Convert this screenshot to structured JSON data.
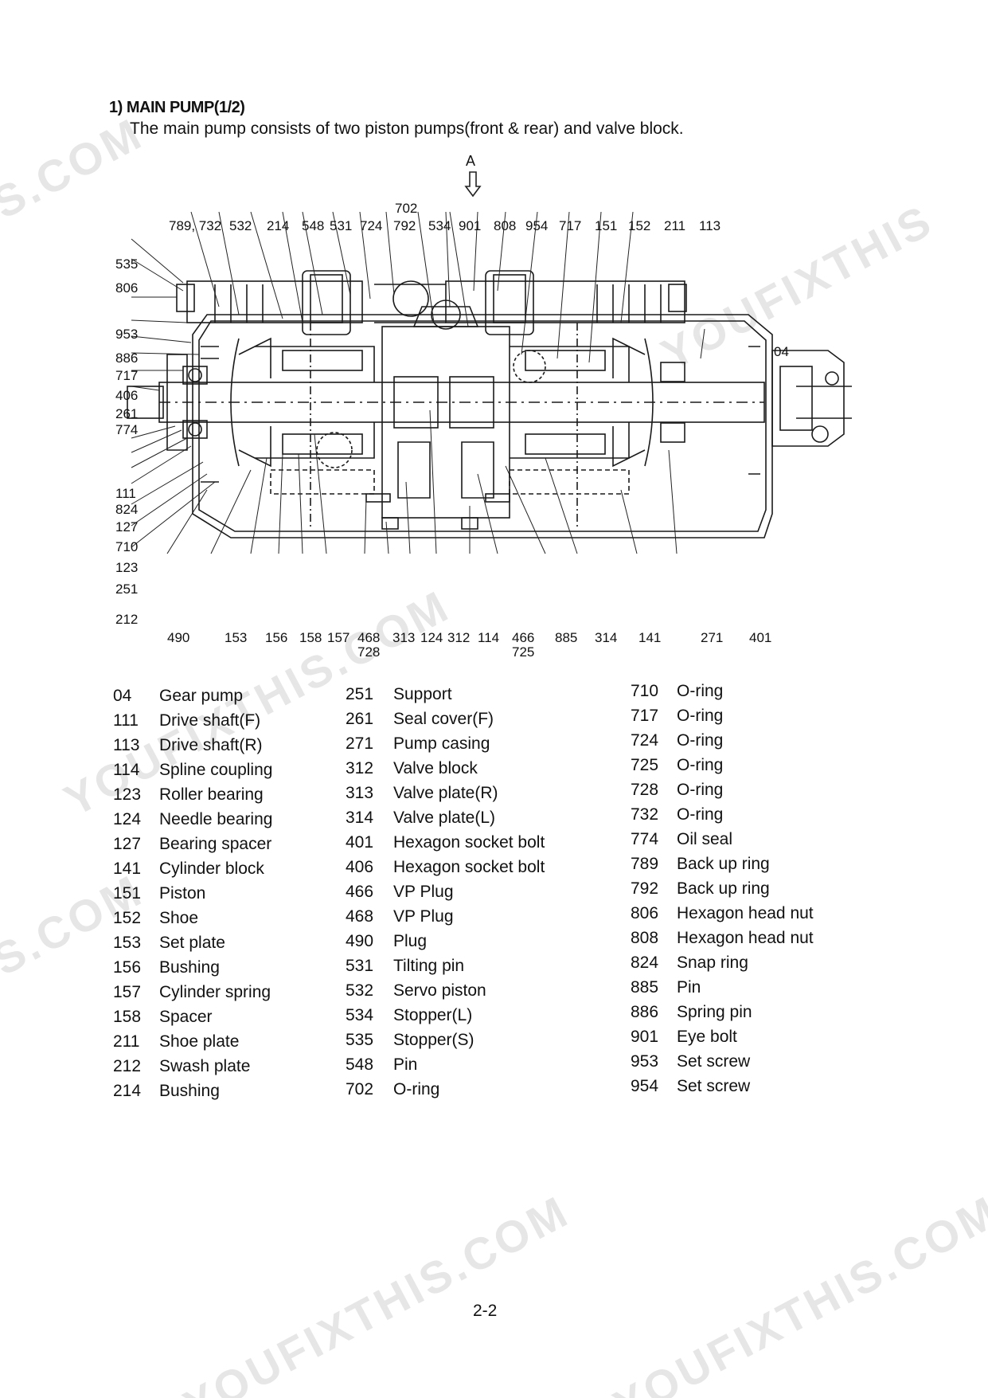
{
  "heading": "1) MAIN PUMP(1/2)",
  "intro": "The main pump consists of two piston pumps(front & rear) and valve block.",
  "view_label": "A",
  "watermarks": [
    "S.COM",
    "YOUFIXTHIS",
    "YOUFIXTHIS.COM",
    "S.COM",
    "YOUFIXTHIS.COM",
    "YOUFIXTHIS.COM"
  ],
  "callouts": {
    "top": [
      "789, 732",
      "532",
      "214",
      "548",
      "531",
      "724",
      "702",
      "792",
      "534",
      "901",
      "808",
      "954",
      "717",
      "151",
      "152",
      "211",
      "113"
    ],
    "left": [
      "535",
      "806",
      "953",
      "886",
      "717",
      "406",
      "261",
      "774",
      "111",
      "824",
      "127",
      "710",
      "123",
      "251",
      "212"
    ],
    "right": [
      "04"
    ],
    "bottom": [
      "490",
      "153",
      "156",
      "158",
      "157",
      "468",
      "728",
      "313",
      "124",
      "312",
      "114",
      "466",
      "725",
      "885",
      "314",
      "141",
      "271",
      "401"
    ]
  },
  "parts": {
    "col1": [
      {
        "no": "04",
        "name": "Gear pump"
      },
      {
        "no": "111",
        "name": "Drive shaft(F)"
      },
      {
        "no": "113",
        "name": "Drive shaft(R)"
      },
      {
        "no": "114",
        "name": "Spline coupling"
      },
      {
        "no": "123",
        "name": "Roller bearing"
      },
      {
        "no": "124",
        "name": "Needle bearing"
      },
      {
        "no": "127",
        "name": "Bearing spacer"
      },
      {
        "no": "141",
        "name": "Cylinder block"
      },
      {
        "no": "151",
        "name": "Piston"
      },
      {
        "no": "152",
        "name": "Shoe"
      },
      {
        "no": "153",
        "name": "Set plate"
      },
      {
        "no": "156",
        "name": "Bushing"
      },
      {
        "no": "157",
        "name": "Cylinder spring"
      },
      {
        "no": "158",
        "name": "Spacer"
      },
      {
        "no": "211",
        "name": "Shoe plate"
      },
      {
        "no": "212",
        "name": "Swash plate"
      },
      {
        "no": "214",
        "name": "Bushing"
      }
    ],
    "col2": [
      {
        "no": "251",
        "name": "Support"
      },
      {
        "no": "261",
        "name": "Seal cover(F)"
      },
      {
        "no": "271",
        "name": "Pump casing"
      },
      {
        "no": "312",
        "name": "Valve block"
      },
      {
        "no": "313",
        "name": "Valve plate(R)"
      },
      {
        "no": "314",
        "name": "Valve plate(L)"
      },
      {
        "no": "401",
        "name": "Hexagon socket bolt"
      },
      {
        "no": "406",
        "name": "Hexagon socket bolt"
      },
      {
        "no": "466",
        "name": "VP Plug"
      },
      {
        "no": "468",
        "name": "VP Plug"
      },
      {
        "no": "490",
        "name": "Plug"
      },
      {
        "no": "531",
        "name": "Tilting pin"
      },
      {
        "no": "532",
        "name": "Servo piston"
      },
      {
        "no": "534",
        "name": "Stopper(L)"
      },
      {
        "no": "535",
        "name": "Stopper(S)"
      },
      {
        "no": "548",
        "name": "Pin"
      },
      {
        "no": "702",
        "name": "O-ring"
      }
    ],
    "col3": [
      {
        "no": "710",
        "name": "O-ring"
      },
      {
        "no": "717",
        "name": "O-ring"
      },
      {
        "no": "724",
        "name": "O-ring"
      },
      {
        "no": "725",
        "name": "O-ring"
      },
      {
        "no": "728",
        "name": "O-ring"
      },
      {
        "no": "732",
        "name": "O-ring"
      },
      {
        "no": "774",
        "name": "Oil seal"
      },
      {
        "no": "789",
        "name": "Back up ring"
      },
      {
        "no": "792",
        "name": "Back up ring"
      },
      {
        "no": "806",
        "name": "Hexagon head nut"
      },
      {
        "no": "808",
        "name": "Hexagon head nut"
      },
      {
        "no": "824",
        "name": "Snap ring"
      },
      {
        "no": "885",
        "name": "Pin"
      },
      {
        "no": "886",
        "name": "Spring pin"
      },
      {
        "no": "901",
        "name": "Eye bolt"
      },
      {
        "no": "953",
        "name": "Set screw"
      },
      {
        "no": "954",
        "name": "Set screw"
      }
    ]
  },
  "page_number": "2-2"
}
